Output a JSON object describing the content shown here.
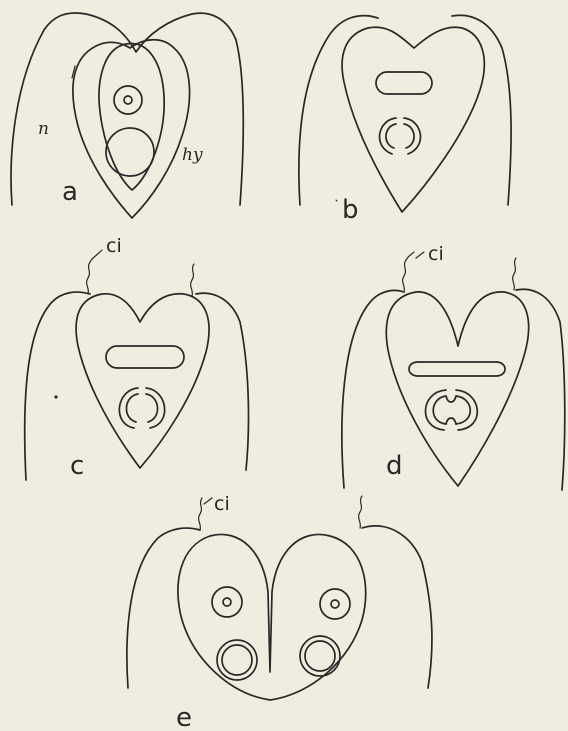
{
  "figure": {
    "panels": [
      {
        "id": "a",
        "label": "a"
      },
      {
        "id": "b",
        "label": "b"
      },
      {
        "id": "c",
        "label": "c"
      },
      {
        "id": "d",
        "label": "d"
      },
      {
        "id": "e",
        "label": "e"
      }
    ],
    "annotations": {
      "n": "n",
      "hy": "hy",
      "ci_c": "ci",
      "ci_d": "ci",
      "ci_e": "ci"
    }
  }
}
